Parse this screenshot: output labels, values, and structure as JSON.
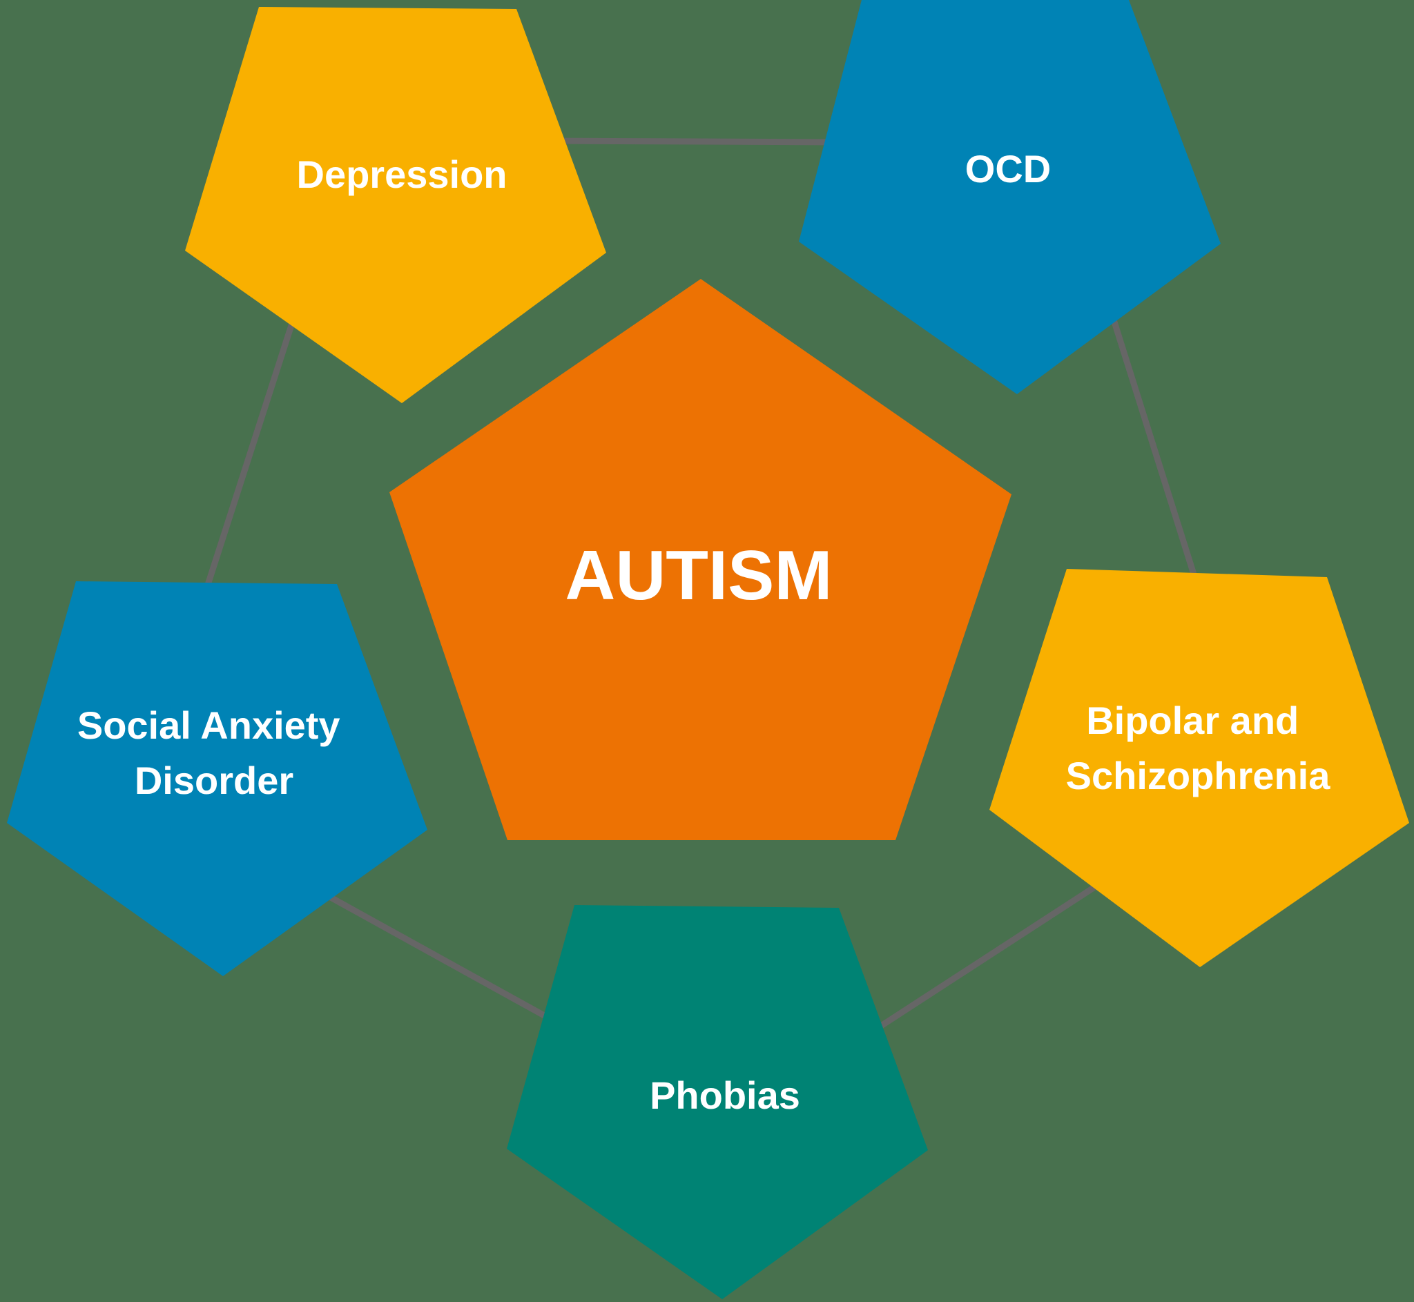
{
  "diagram": {
    "background_color": "#48714e",
    "connector_color": "#666666",
    "center": {
      "label": "AUTISM",
      "color": "#ed7203"
    },
    "nodes": [
      {
        "id": "depression",
        "lines": [
          "Depression"
        ],
        "color": "#f9b000"
      },
      {
        "id": "ocd",
        "lines": [
          "OCD"
        ],
        "color": "#0083b5"
      },
      {
        "id": "bipolar",
        "lines": [
          "Bipolar and",
          "Schizophrenia"
        ],
        "color": "#f9b000"
      },
      {
        "id": "phobias",
        "lines": [
          "Phobias"
        ],
        "color": "#008374"
      },
      {
        "id": "social-anxiety",
        "lines": [
          "Social Anxiety",
          "Disorder"
        ],
        "color": "#0083b5"
      }
    ],
    "connections": [
      [
        "depression",
        "ocd"
      ],
      [
        "ocd",
        "bipolar"
      ],
      [
        "bipolar",
        "phobias"
      ],
      [
        "phobias",
        "social-anxiety"
      ],
      [
        "social-anxiety",
        "depression"
      ]
    ]
  }
}
